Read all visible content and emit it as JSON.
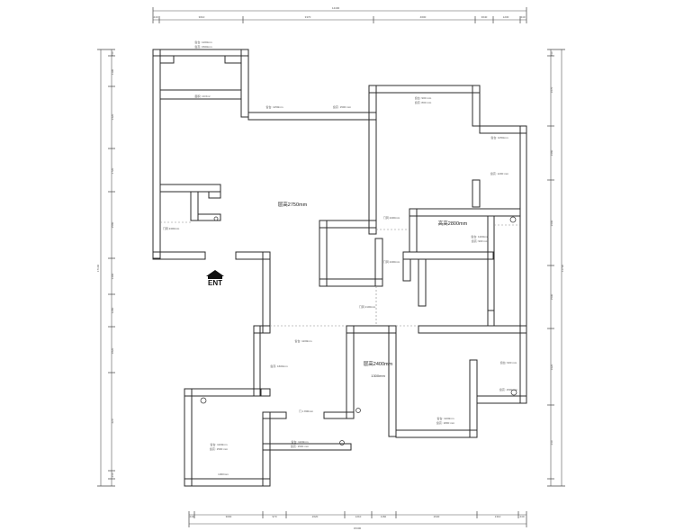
{
  "top_total": "14400",
  "bottom_total": "15300",
  "left_total": "17140",
  "right_total": "11790",
  "top_segments": [
    "240",
    "3010",
    "3370",
    "4600",
    "3640",
    "1230",
    "240"
  ],
  "bottom_segments": [
    "240",
    "3000",
    "970",
    "2620",
    "1210",
    "1160",
    "2940",
    "1310",
    "240"
  ],
  "left_segments": [
    "240",
    "1190",
    "2420",
    "1720",
    "2580",
    "1400",
    "1280",
    "1820",
    "220",
    "240"
  ],
  "right_segments": [
    "240",
    "1670",
    "1680",
    "2600",
    "1590",
    "1920",
    "240"
  ],
  "entrance": "ENT",
  "rooms": {
    "living": "层高2750mm",
    "study": "高高2800mm",
    "bedroom": "层高2400mm",
    "height_note": "1300mm"
  },
  "tags": {
    "bedroom_nw_top": "面积: 10.6m²",
    "bedroom_nw_mid": "门洞 2400mm",
    "balcony_a": "窗台: 1200mm",
    "balcony_b": "窗高: 1500mm",
    "master_top": "窗台: 1150mm",
    "master_top2": "窗高: 1500 mm",
    "study_side": "门洞 2400mm",
    "bath_top": "窗台: 900 mm",
    "bath_mid": "窗高: 800 mm",
    "kitchen_top": "窗台: 1050mm",
    "kitchen_mid": "窗高: 1200 mm",
    "corridor": "门洞 2400mm",
    "wc_a": "窗台: 1200mm",
    "wc_b": "窗高: 900 mm",
    "living_lower": "窗台: 1100mm",
    "living_lower2": "窗高: 1600mm",
    "door_a": "门洞 2100mm",
    "bottom_left_a": "窗台: 1100mm",
    "bottom_left_b": "窗高: 1500 mm",
    "bottom_mid_a": "窗台: 1100mm",
    "bottom_mid_b": "窗高: 1500 mm",
    "bottom_right_a": "窗台: 1100mm",
    "bottom_right_b": "窗高: 1800 mm",
    "east_a": "窗台: 900 mm",
    "east_b": "窗高: 1500 mm",
    "west_note": "门 1 800mm",
    "cab": "1300mm"
  }
}
